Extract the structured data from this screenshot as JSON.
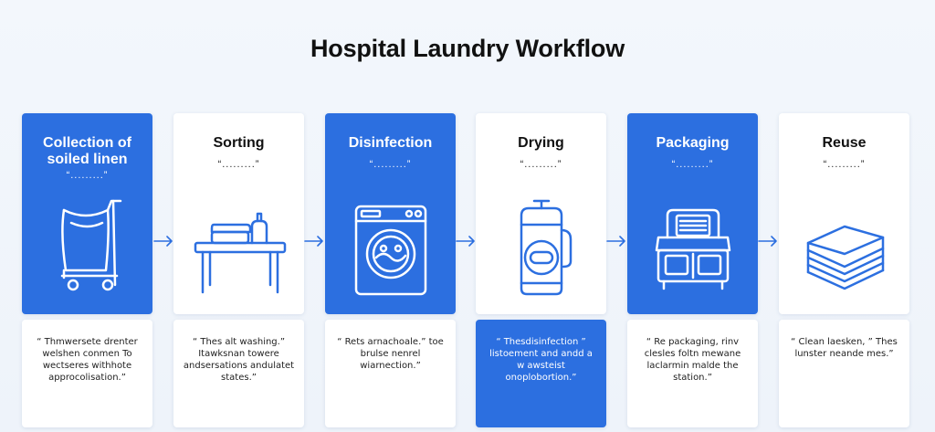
{
  "title": "Hospital Laundry Workflow",
  "steps": [
    {
      "title": "Collection of soiled linen",
      "quote": "“.........”",
      "icon": "laundry-cart-icon",
      "description": "“ Thmwersete drenter welshen conmen To wectseres withhote approcolisation.”"
    },
    {
      "title": "Sorting",
      "quote": "“.........”",
      "icon": "sorting-table-icon",
      "description": "“ Thes alt washing.” Itawksnan towere andsersations andulatet states.”"
    },
    {
      "title": "Disinfection",
      "quote": "“.........”",
      "icon": "washing-machine-icon",
      "description": "“ Rets arnachoale.” toe brulse nenrel wiarnection.”"
    },
    {
      "title": "Drying",
      "quote": "“.........”",
      "icon": "dryer-icon",
      "description": "“ Thesdisinfection ” listoement and andd a w awsteist onoplobortion.”"
    },
    {
      "title": "Packaging",
      "quote": "“.........”",
      "icon": "packaging-machine-icon",
      "description": "“ Re packaging, rinv clesles foltn mewane laclarmin malde the station.”"
    },
    {
      "title": "Reuse",
      "quote": "“.........”",
      "icon": "folded-linen-stack-icon",
      "description": "“ Clean laesken, ” Thes lunster neande mes.”"
    }
  ],
  "colors": {
    "accent": "#2c6fe0",
    "card": "#ffffff",
    "background": "#f1f5fb",
    "arrow": "#2c6fe0"
  }
}
